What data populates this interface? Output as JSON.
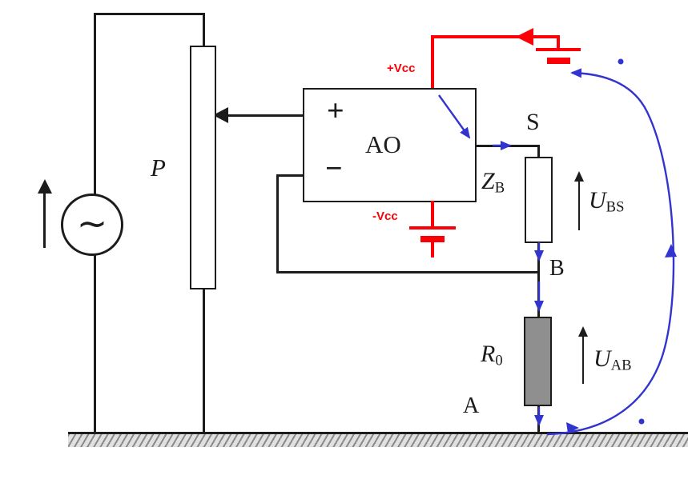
{
  "diagram": {
    "source_symbol": "∼",
    "potentiometer_label": "P",
    "opamp_label": "AO",
    "opamp_plus": "+",
    "opamp_minus": "−",
    "supply_pos_label": "+Vcc",
    "supply_neg_label": "-Vcc",
    "node_s": "S",
    "impedance_main": "Z",
    "impedance_sub": "B",
    "node_b": "B",
    "resistor_main": "R",
    "resistor_sub": "0",
    "voltage_bs_main": "U",
    "voltage_bs_sub": "BS",
    "voltage_ab_main": "U",
    "voltage_ab_sub": "AB",
    "node_a": "A"
  },
  "colors": {
    "wire": "#1c1c1c",
    "supply": "#fb0007",
    "annotation": "#3234cf",
    "resistor_fill": "#8f8f8f",
    "ground_light": "#e0e0e0",
    "ground_dark": "#8a8a8a"
  }
}
